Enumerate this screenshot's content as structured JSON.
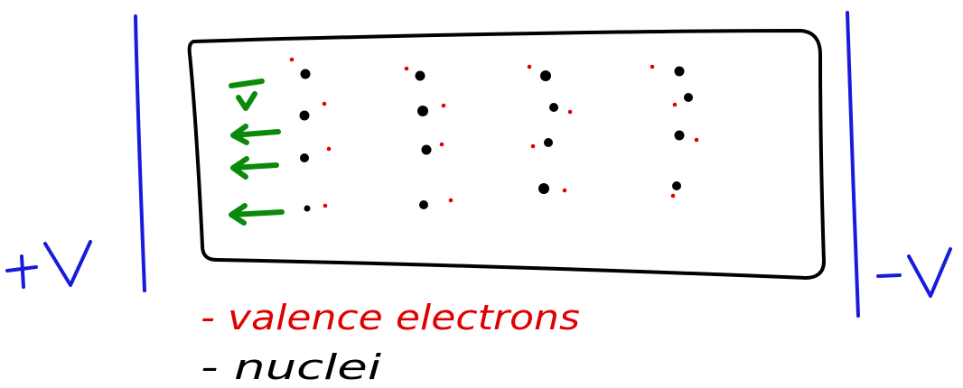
{
  "labels": {
    "plus_v": "+V",
    "minus_v": "-V",
    "legend_valence": "- valence electrons",
    "legend_nuclei": "- nuclei"
  },
  "colors": {
    "plate": "#1a1adb",
    "box": "#000000",
    "nucleus": "#000000",
    "electron": "#e00000",
    "arrow": "#0a8a0a",
    "legend_valence": "#e00000",
    "legend_nuclei": "#000000",
    "voltage_label": "#1a1adb"
  },
  "lattice": {
    "columns": 4,
    "rows": 4
  },
  "icons": {
    "left_plate": "vertical-line",
    "right_plate": "vertical-line",
    "arrows": "left-arrow"
  }
}
